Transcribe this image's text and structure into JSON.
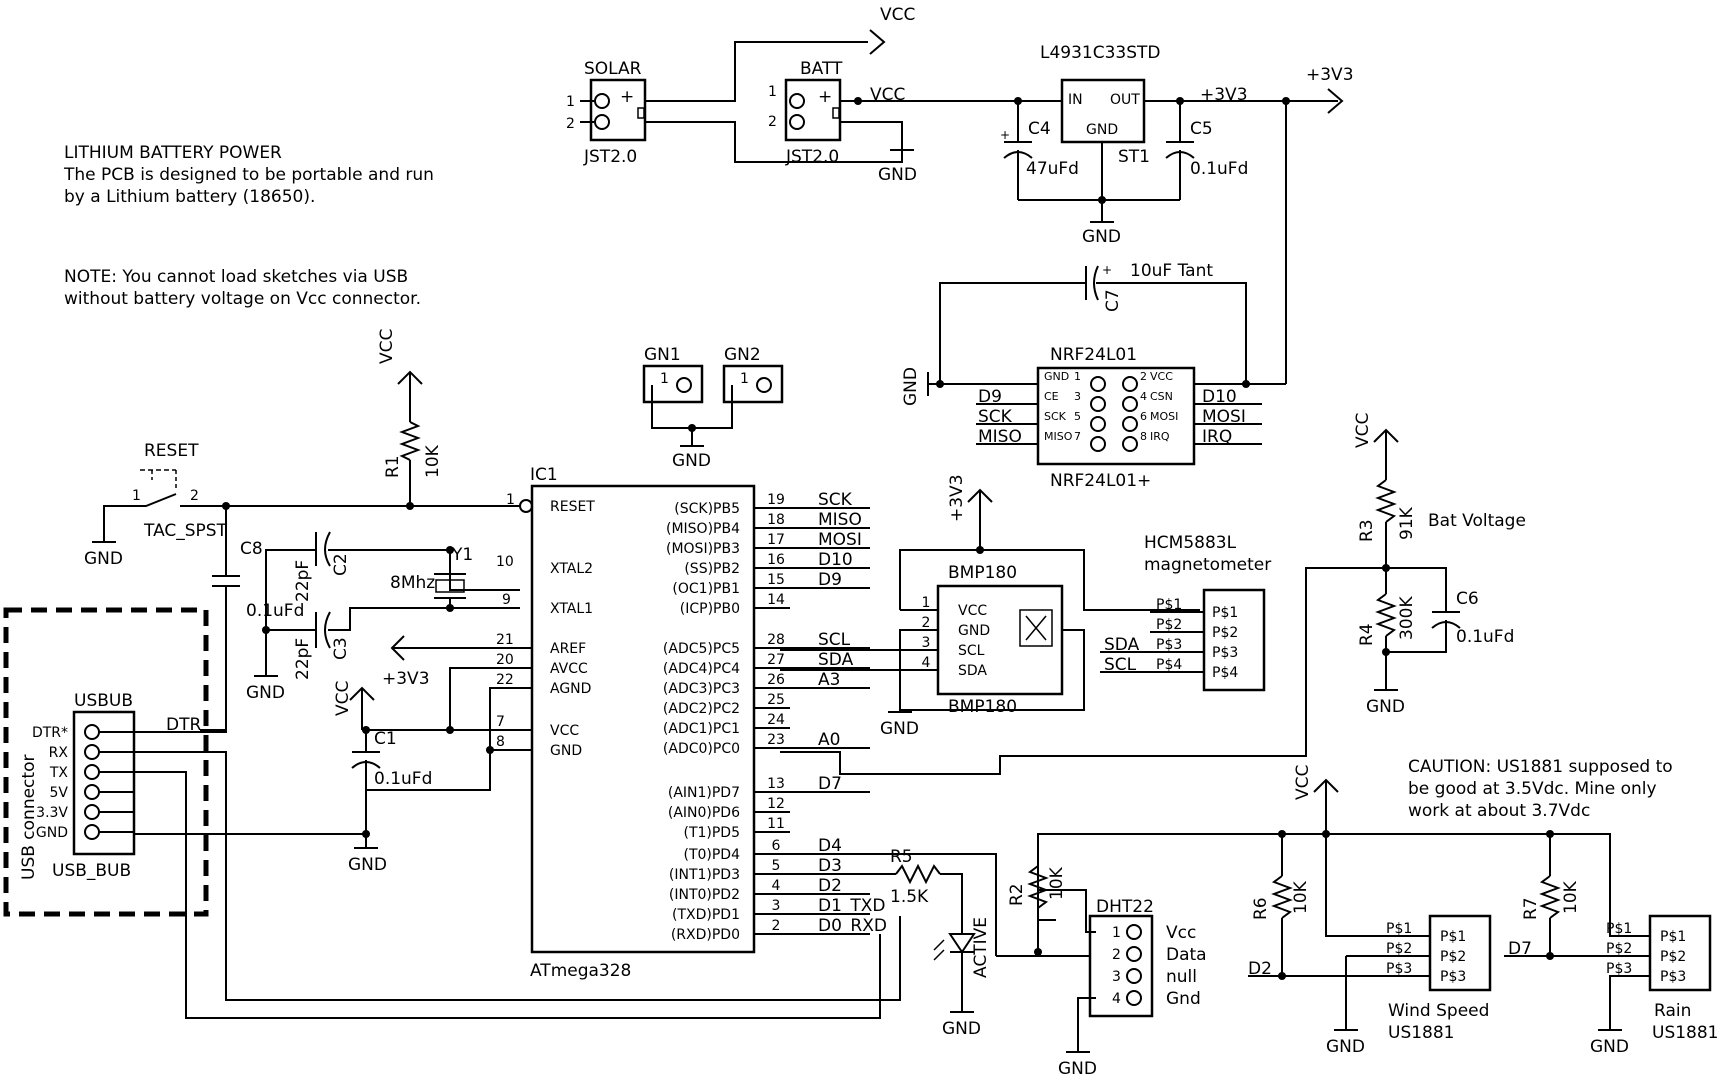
{
  "notes": {
    "power_title": "LITHIUM BATTERY POWER",
    "power_line1": "The PCB is designed to be portable and run",
    "power_line2": "by a Lithium battery (18650).",
    "note_line1": "NOTE: You cannot load sketches via USB",
    "note_line2": "without battery voltage on Vcc connector.",
    "caution_line1": "CAUTION: US1881 supposed to",
    "caution_line2": "be good at 3.5Vdc. Mine only",
    "caution_line3": "work at about 3.7Vdc"
  },
  "nets": {
    "vcc": "VCC",
    "v33": "+3V3",
    "gnd": "GND",
    "d9": "D9",
    "d10": "D10",
    "sck": "SCK",
    "miso": "MISO",
    "mosi": "MOSI",
    "irq": "IRQ",
    "scl": "SCL",
    "sda": "SDA",
    "a3": "A3",
    "a0": "A0",
    "d7": "D7",
    "d4": "D4",
    "d3": "D3",
    "d2": "D2",
    "d1": "D1_TXD",
    "d0": "D0_RXD",
    "dtr": "DTR"
  },
  "power": {
    "solar": "SOLAR",
    "batt": "BATT",
    "jst": "JST2.0",
    "pin1": "1",
    "pin2": "2",
    "plus": "+",
    "reg": "L4931C33STD",
    "reg_in": "IN",
    "reg_out": "OUT",
    "reg_gnd": "GND",
    "reg_ref": "ST1",
    "c4": "C4",
    "c4_val": "47uFd",
    "c5": "C5",
    "c5_val": "0.1uFd",
    "c7": "C7",
    "c7_val": "10uF Tant"
  },
  "radio": {
    "name": "NRF24L01",
    "part": "NRF24L01+",
    "p1": "GND",
    "p1n": "1",
    "p2": "VCC",
    "p2n": "2",
    "p3": "CE",
    "p3n": "3",
    "p4": "CSN",
    "p4n": "4",
    "p5": "SCK",
    "p5n": "5",
    "p6": "MOSI",
    "p6n": "6",
    "p7": "MISO",
    "p7n": "7",
    "p8": "IRQ",
    "p8n": "8"
  },
  "grounds": {
    "gn1": "GN1",
    "gn2": "GN2",
    "pin": "1"
  },
  "reset": {
    "label": "RESET",
    "switch": "TAC_SPST",
    "p1": "1",
    "p2": "2",
    "r1": "R1",
    "r1_val": "10K",
    "c8": "C8",
    "c8_val": "0.1uFd"
  },
  "crystal": {
    "y1": "Y1",
    "freq": "8Mhz",
    "c2": "C2",
    "c2_val": "22pF",
    "c3": "C3",
    "c3_val": "22pF",
    "c1": "C1",
    "c1_val": "0.1uFd"
  },
  "mcu": {
    "ref": "IC1",
    "part": "ATmega328",
    "left": [
      {
        "num": "1",
        "name": "RESET"
      },
      {
        "num": "10",
        "name": "XTAL2"
      },
      {
        "num": "9",
        "name": "XTAL1"
      },
      {
        "num": "21",
        "name": "AREF"
      },
      {
        "num": "20",
        "name": "AVCC"
      },
      {
        "num": "22",
        "name": "AGND"
      },
      {
        "num": "7",
        "name": "VCC"
      },
      {
        "num": "8",
        "name": "GND"
      }
    ],
    "right": [
      {
        "num": "19",
        "name": "(SCK)PB5",
        "net": "SCK"
      },
      {
        "num": "18",
        "name": "(MISO)PB4",
        "net": "MISO"
      },
      {
        "num": "17",
        "name": "(MOSI)PB3",
        "net": "MOSI"
      },
      {
        "num": "16",
        "name": "(SS)PB2",
        "net": "D10"
      },
      {
        "num": "15",
        "name": "(OC1)PB1",
        "net": "D9"
      },
      {
        "num": "14",
        "name": "(ICP)PB0",
        "net": ""
      },
      {
        "num": "28",
        "name": "(ADC5)PC5",
        "net": "SCL"
      },
      {
        "num": "27",
        "name": "(ADC4)PC4",
        "net": "SDA"
      },
      {
        "num": "26",
        "name": "(ADC3)PC3",
        "net": "A3"
      },
      {
        "num": "25",
        "name": "(ADC2)PC2",
        "net": ""
      },
      {
        "num": "24",
        "name": "(ADC1)PC1",
        "net": ""
      },
      {
        "num": "23",
        "name": "(ADC0)PC0",
        "net": "A0"
      },
      {
        "num": "13",
        "name": "(AIN1)PD7",
        "net": "D7"
      },
      {
        "num": "12",
        "name": "(AIN0)PD6",
        "net": ""
      },
      {
        "num": "11",
        "name": "(T1)PD5",
        "net": ""
      },
      {
        "num": "6",
        "name": "(T0)PD4",
        "net": "D4"
      },
      {
        "num": "5",
        "name": "(INT1)PD3",
        "net": "D3"
      },
      {
        "num": "4",
        "name": "(INT0)PD2",
        "net": "D2"
      },
      {
        "num": "3",
        "name": "(TXD)PD1",
        "net": "D1_TXD"
      },
      {
        "num": "2",
        "name": "(RXD)PD0",
        "net": "D0_RXD"
      }
    ]
  },
  "usb": {
    "ref": "USBUB",
    "part": "USB_BUB",
    "box_label": "USB connector",
    "pins": [
      "DTR*",
      "RX",
      "TX",
      "5V",
      "3.3V",
      "GND"
    ]
  },
  "bmp": {
    "ref": "BMP180",
    "part": "BMP180",
    "pins": [
      {
        "num": "1",
        "name": "VCC"
      },
      {
        "num": "2",
        "name": "GND"
      },
      {
        "num": "3",
        "name": "SCL"
      },
      {
        "num": "4",
        "name": "SDA"
      }
    ]
  },
  "hmc": {
    "title1": "HCM5883L",
    "title2": "magnetometer",
    "pins": [
      "P$1",
      "P$2",
      "P$3",
      "P$4"
    ]
  },
  "battery_sense": {
    "r3": "R3",
    "r3_val": "91K",
    "r4": "R4",
    "r4_val": "300K",
    "c6": "C6",
    "c6_val": "0.1uFd",
    "label": "Bat Voltage"
  },
  "led": {
    "r5": "R5",
    "r5_val": "1.5K",
    "label": "ACTIVE"
  },
  "dht": {
    "ref": "DHT22",
    "r2": "R2",
    "r2_val": "10K",
    "pins": [
      "1",
      "2",
      "3",
      "4"
    ],
    "labels": [
      "Vcc",
      "Data",
      "null",
      "Gnd"
    ]
  },
  "hall": {
    "r6": "R6",
    "r6_val": "10K",
    "r7": "R7",
    "r7_val": "10K",
    "pins": [
      "P$1",
      "P$2",
      "P$3"
    ],
    "wind1": "Wind Speed",
    "wind2": "US1881",
    "rain1": "Rain",
    "rain2": "US1881"
  }
}
